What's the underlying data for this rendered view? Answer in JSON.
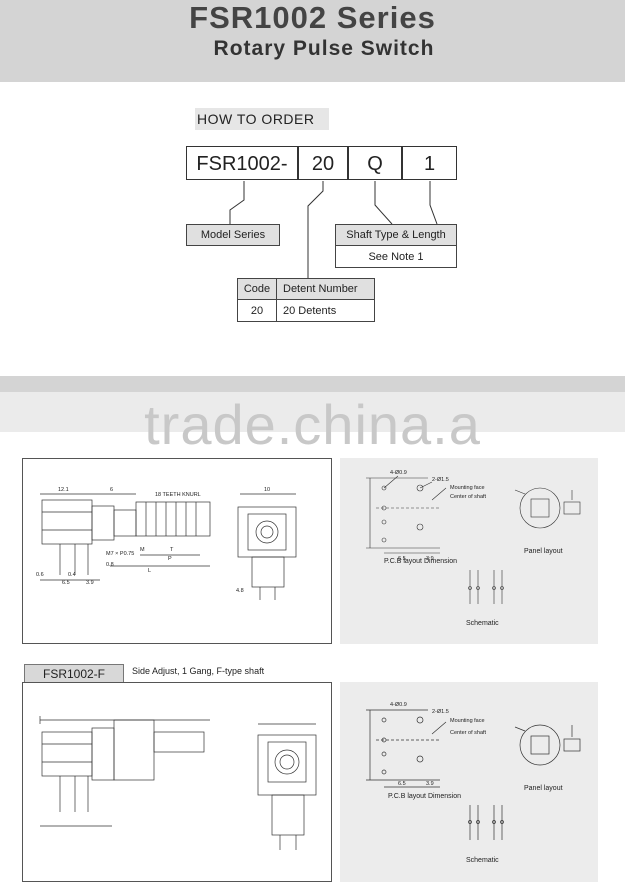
{
  "header": {
    "title": "FSR1002 Series",
    "subtitle": "Rotary Pulse Switch"
  },
  "order": {
    "heading": "HOW TO ORDER",
    "codes": [
      "FSR1002-",
      "20",
      "Q",
      "1"
    ],
    "model_series": "Model Series",
    "shaft_type": "Shaft Type & Length",
    "see_note": "See Note 1",
    "detent_table": {
      "headers": [
        "Code",
        "Detent Number"
      ],
      "rows": [
        [
          "20",
          "20 Detents"
        ]
      ]
    }
  },
  "watermark": "trade.china.a",
  "drawing1": {
    "labels": {
      "dim_12_1": "12.1",
      "dim_6": "6",
      "teeth": "18 TEETH KNURL",
      "thread": "M7 × P0.75",
      "m": "M",
      "t": "T",
      "l": "L",
      "p": "P",
      "d08": "0.8",
      "d06": "0.6",
      "d04": "0.4",
      "d65": "6.5",
      "d39": "3.9",
      "d10": "10",
      "d48": "4.8",
      "hole1": "4-Ø0.9",
      "hole2": "2-Ø1.5",
      "mount": "Mounting face",
      "center": "Center of shaft",
      "pcb": "P.C.B layout Dimension",
      "panel": "Panel layout",
      "schematic": "Schematic"
    }
  },
  "section_f": {
    "tab": "FSR1002-F",
    "desc": "Side Adjust, 1 Gang, F-type shaft",
    "labels": {
      "hole1": "4-Ø0.9",
      "hole2": "2-Ø1.5",
      "mount": "Mounting face",
      "center": "Center of shaft",
      "pcb": "P.C.B layout Dimension",
      "panel": "Panel layout",
      "schematic": "Schematic",
      "d65": "6.5",
      "d39": "3.9"
    }
  }
}
